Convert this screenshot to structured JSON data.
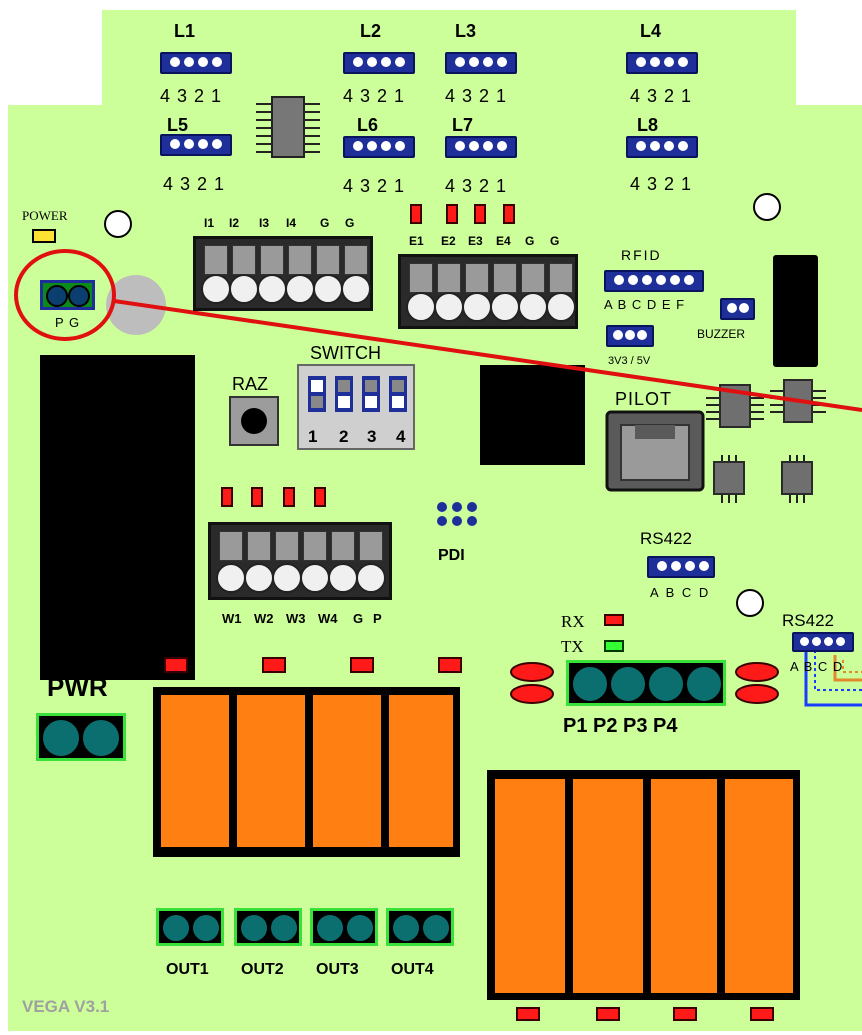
{
  "connectors": {
    "L1": {
      "name": "L1",
      "pins": "4 3 2 1"
    },
    "L2": {
      "name": "L2",
      "pins": "4 3 2 1"
    },
    "L3": {
      "name": "L3",
      "pins": "4 3 2 1"
    },
    "L4": {
      "name": "L4",
      "pins": "4 3 2 1"
    },
    "L5": {
      "name": "L5",
      "pins": "4 3 2 1"
    },
    "L6": {
      "name": "L6",
      "pins": "4 3 2 1"
    },
    "L7": {
      "name": "L7",
      "pins": "4 3 2 1"
    },
    "L8": {
      "name": "L8",
      "pins": "4 3 2 1"
    }
  },
  "power": {
    "label": "POWER",
    "pg": "P G"
  },
  "inputs": [
    "I1",
    "I2",
    "I3",
    "I4",
    "G",
    "G"
  ],
  "encoders": [
    "E1",
    "E2",
    "E3",
    "E4",
    "G",
    "G"
  ],
  "rfid": {
    "label": "RFID",
    "pins": "A B C D E F"
  },
  "buzzer": "BUZZER",
  "volt": "3V3 / 5V",
  "switch": {
    "label": "SWITCH",
    "nums": [
      "1",
      "2",
      "3",
      "4"
    ]
  },
  "raz": "RAZ",
  "pilot": "PILOT",
  "pdi": "PDI",
  "wiegand": [
    "W1",
    "W2",
    "W3",
    "W4",
    "G",
    "P"
  ],
  "rs422_1": {
    "label": "RS422",
    "pins": "A B C D"
  },
  "rs422_2": {
    "label": "RS422",
    "pins": "A B C D"
  },
  "rx": "RX",
  "tx": "TX",
  "pwr": "PWR",
  "ports": "P1 P2 P3 P4",
  "outputs": [
    "OUT1",
    "OUT2",
    "OUT3",
    "OUT4"
  ],
  "version": "VEGA V3.1",
  "colors": {
    "board": "#ccff99",
    "relay": "#ff7f13",
    "teal": "#0b6f6f",
    "highlight": "#e01010"
  }
}
